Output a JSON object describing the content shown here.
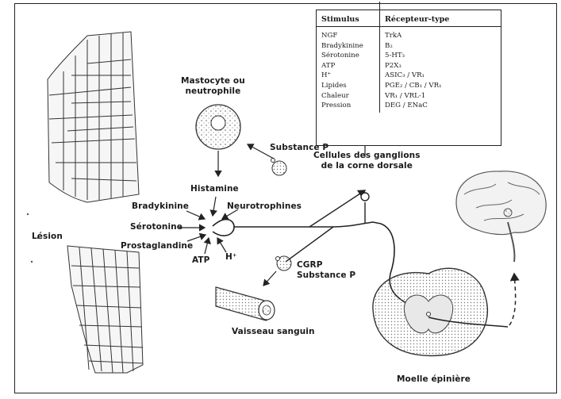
{
  "figure": {
    "labels": {
      "mastocyte": "Mastocyte ou\nneutrophile",
      "substance_p_top": "Substance P",
      "cellules": "Cellules des ganglions\nde la corne dorsale",
      "histamine": "Histamine",
      "bradykinine": "Bradykinine",
      "neurotrophines": "Neurotrophines",
      "serotonine": "Sérotonine",
      "prostaglandine": "Prostaglandine",
      "lesion": "Lésion",
      "atp": "ATP",
      "h_plus": "H⁺",
      "cgrp_substance_p": "CGRP\nSubstance P",
      "vaisseau": "Vaisseau sanguin",
      "moelle": "Moelle épinière"
    },
    "table": {
      "headers": [
        "Stimulus",
        "Récepteur-type"
      ],
      "rows": [
        [
          "NGF",
          "TrkA"
        ],
        [
          "Bradykinine",
          "B₂"
        ],
        [
          "Sérotonine",
          "5-HT₃"
        ],
        [
          "ATP",
          "P2X₃"
        ],
        [
          "H⁺",
          "ASIC₃ / VR₁"
        ],
        [
          "Lipides",
          "PGE₂ / CB₁ / VR₁"
        ],
        [
          "Chaleur",
          "VR₁ / VRL-1"
        ],
        [
          "Pression",
          "DEG / ENaC"
        ]
      ]
    }
  }
}
